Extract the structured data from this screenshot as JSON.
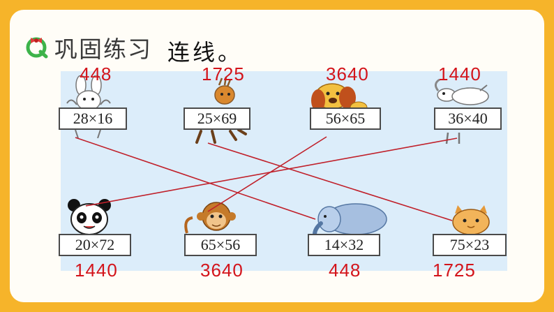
{
  "header": {
    "title": "巩固练习",
    "instruction": "连线。",
    "icon": "q-bow-icon"
  },
  "colors": {
    "frame": "#f6b42a",
    "answer": "#d3141b",
    "panel": "#dcedfa",
    "line": "#c0202a"
  },
  "top_row": [
    {
      "animal": "rabbit-icon",
      "expression": "28×16",
      "answer": "448"
    },
    {
      "animal": "deer-icon",
      "expression": "25×69",
      "answer": "1725"
    },
    {
      "animal": "dog-icon",
      "expression": "56×65",
      "answer": "3640"
    },
    {
      "animal": "goat-icon",
      "expression": "36×40",
      "answer": "1440"
    }
  ],
  "bottom_row": [
    {
      "animal": "panda-icon",
      "expression": "20×72",
      "answer": "1440"
    },
    {
      "animal": "monkey-icon",
      "expression": "65×56",
      "answer": "3640"
    },
    {
      "animal": "elephant-icon",
      "expression": "14×32",
      "answer": "448"
    },
    {
      "animal": "cat-icon",
      "expression": "75×23",
      "answer": "1725"
    }
  ]
}
